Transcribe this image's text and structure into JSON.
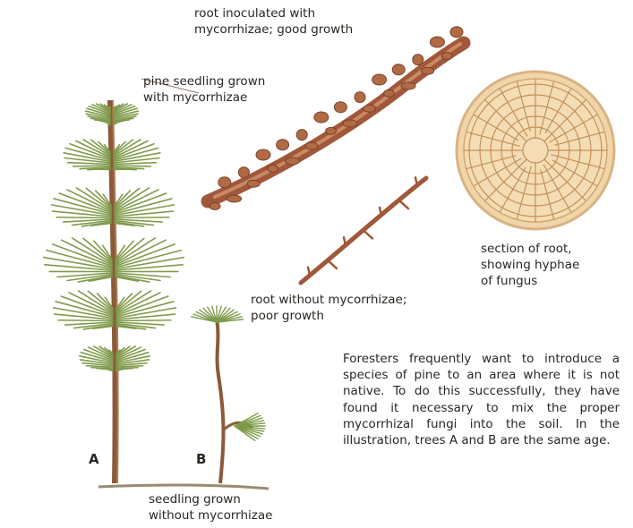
{
  "labels": {
    "inoculated_root_line1": "root inoculated with",
    "inoculated_root_line2": "mycorrhizae; good growth",
    "pine_with_line1": "pine seedling grown",
    "pine_with_line2": "with mycorrhizae",
    "section_line1": "section of root,",
    "section_line2": "showing hyphae",
    "section_line3": "of fungus",
    "root_without_line1": "root without mycorrhizae;",
    "root_without_line2": "poor growth",
    "seedling_without_line1": "seedling grown",
    "seedling_without_line2": "without mycorrhizae",
    "tree_a": "A",
    "tree_b": "B"
  },
  "paragraph": "Foresters frequently want to introduce a species of pine to an area where it is not native. To do this successfully, they have found it necessary to mix the proper mycorrhizal fungi into the soil. In the illustration, trees A and B are the same age.",
  "colors": {
    "needle_green": "#7f9a4a",
    "trunk_brown": "#8a5a3a",
    "root_brown": "#a0573a",
    "section_tan": "#e8c89a"
  }
}
